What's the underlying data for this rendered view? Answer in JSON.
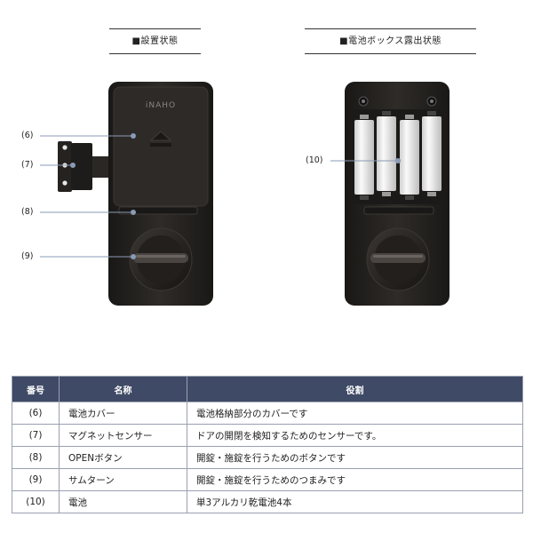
{
  "sections": {
    "installed_title": "■設置状態",
    "battery_title": "■電池ボックス露出状態"
  },
  "device": {
    "brand": "iNAHO"
  },
  "callouts": {
    "c6": "(6)",
    "c7": "(7)",
    "c8": "(8)",
    "c9": "(9)",
    "c10": "(10)"
  },
  "table": {
    "headers": [
      "番号",
      "名称",
      "役割"
    ],
    "rows": [
      {
        "num": "(6)",
        "name": "電池カバー",
        "role": "電池格納部分のカバーです"
      },
      {
        "num": "(7)",
        "name": "マグネットセンサー",
        "role": "ドアの開閉を検知するためのセンサーです。"
      },
      {
        "num": "(8)",
        "name": "OPENボタン",
        "role": "開錠・施錠を行うためのボタンです"
      },
      {
        "num": "(9)",
        "name": "サムターン",
        "role": "開錠・施錠を行うためのつまみです"
      },
      {
        "num": "(10)",
        "name": "電池",
        "role": "単3アルカリ乾電池4本"
      }
    ]
  },
  "colors": {
    "device_body": "#262320",
    "table_header": "#3f4a66"
  }
}
